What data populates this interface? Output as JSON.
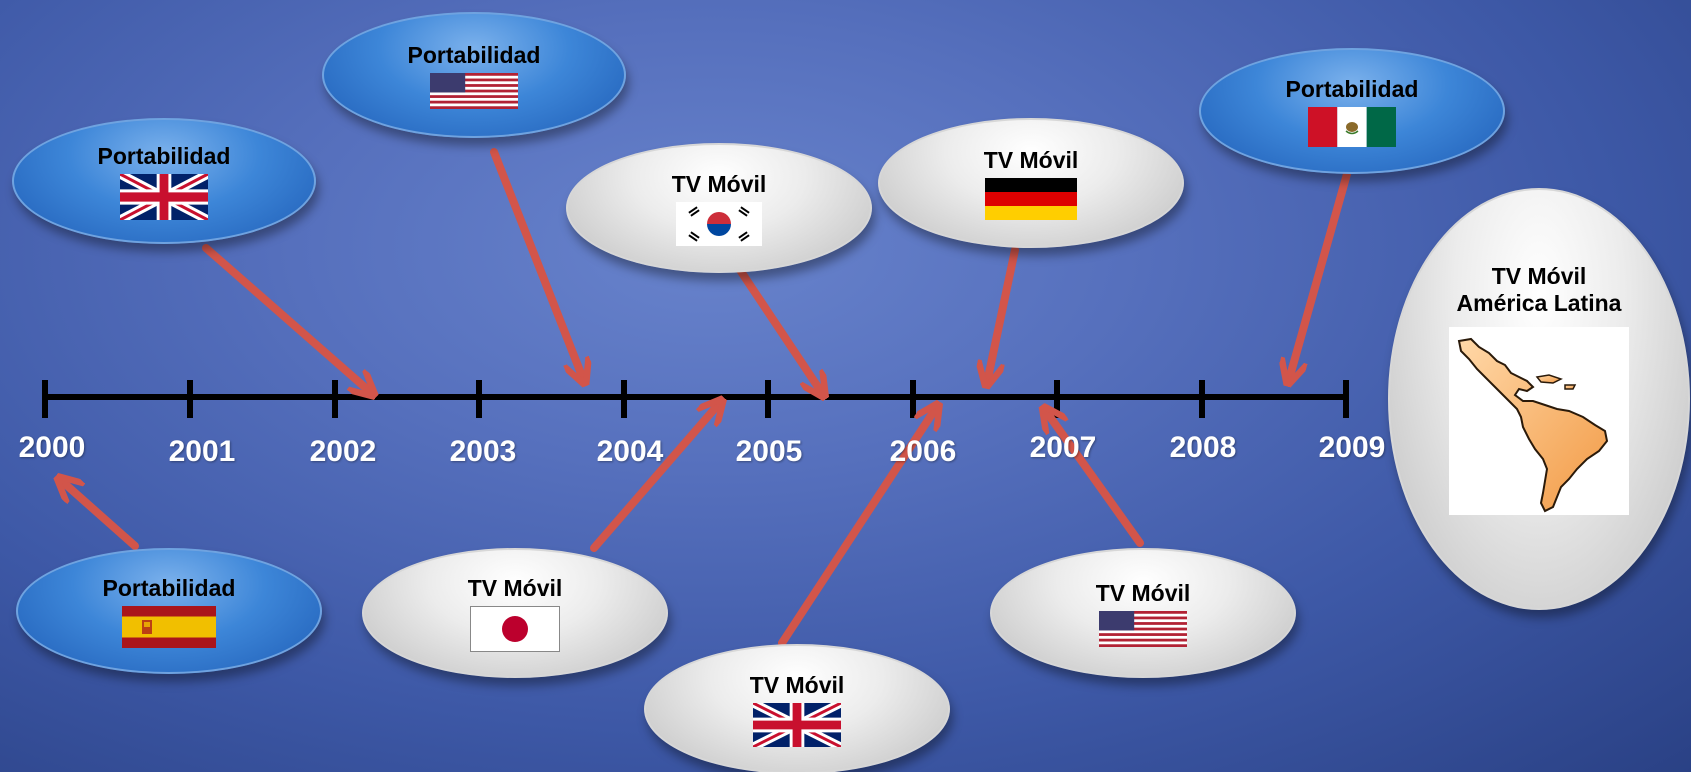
{
  "timeline": {
    "years": [
      "2000",
      "2001",
      "2002",
      "2003",
      "2004",
      "2005",
      "2006",
      "2007",
      "2008",
      "2009"
    ]
  },
  "events": [
    {
      "id": "portabilidad-uk",
      "label": "Portabilidad",
      "flag": "uk-flag-icon",
      "style": "blue"
    },
    {
      "id": "portabilidad-us",
      "label": "Portabilidad",
      "flag": "us-flag-icon",
      "style": "blue"
    },
    {
      "id": "portabilidad-mx",
      "label": "Portabilidad",
      "flag": "mexico-flag-icon",
      "style": "blue"
    },
    {
      "id": "portabilidad-es",
      "label": "Portabilidad",
      "flag": "spain-flag-icon",
      "style": "blue"
    },
    {
      "id": "tv-movil-kr",
      "label": "TV Móvil",
      "flag": "south-korea-flag-icon",
      "style": "gray"
    },
    {
      "id": "tv-movil-de",
      "label": "TV Móvil",
      "flag": "germany-flag-icon",
      "style": "gray"
    },
    {
      "id": "tv-movil-jp",
      "label": "TV Móvil",
      "flag": "japan-flag-icon",
      "style": "gray"
    },
    {
      "id": "tv-movil-uk",
      "label": "TV Móvil",
      "flag": "uk-flag-icon",
      "style": "gray"
    },
    {
      "id": "tv-movil-us",
      "label": "TV Móvil",
      "flag": "us-flag-icon",
      "style": "gray"
    }
  ],
  "latam": {
    "line1": "TV Móvil",
    "line2": "América Latina",
    "icon": "latin-america-map-icon"
  },
  "colors": {
    "background": "#4a64b2",
    "arrow": "#d2554a",
    "timeline": "#000000",
    "year_text": "#ffffff",
    "blue_bubble": "#3d86d8",
    "gray_bubble": "#e6e6e6"
  }
}
